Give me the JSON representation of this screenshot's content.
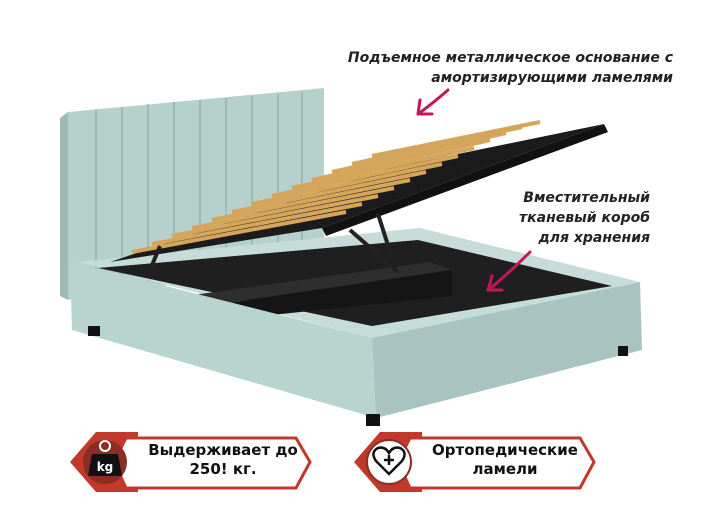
{
  "annotations": {
    "lift_base": [
      "Подъемное металлическое основание с",
      "амортизирующими ламелями"
    ],
    "storage_box": [
      "Вместительный",
      "тканевый короб",
      "для хранения"
    ]
  },
  "badges": [
    {
      "lines": [
        "Выдерживает до",
        "250! кг."
      ],
      "icon": "kg-weight-icon",
      "icon_text": "kg"
    },
    {
      "lines": [
        "Ортопедические",
        "ламели"
      ],
      "icon": "heart-plus-icon"
    }
  ],
  "colors": {
    "fabric": "#b9d3cf",
    "fabric_dark": "#9dbab5",
    "frame": "#1e1e1e",
    "slats": "#d4a55a",
    "arrow": "#c2185b",
    "badge_red": "#c0392b",
    "badge_dark": "#8a2d25"
  }
}
